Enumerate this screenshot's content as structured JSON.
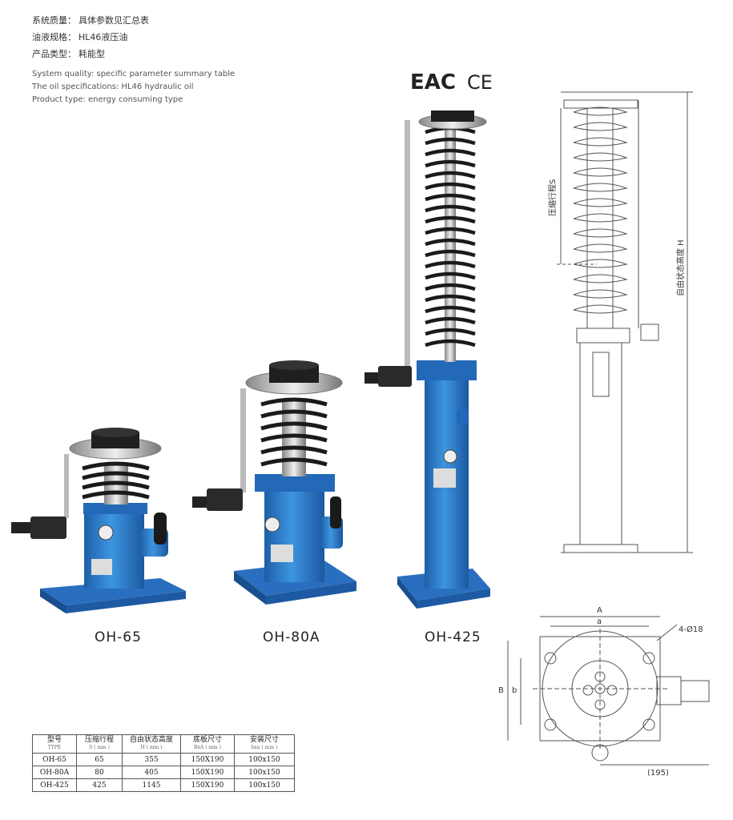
{
  "specs_cn": [
    {
      "key": "系统质量：",
      "value": "具体参数见汇总表"
    },
    {
      "key": "油液规格：",
      "value": "HL46液压油"
    },
    {
      "key": "产品类型：",
      "value": "耗能型"
    }
  ],
  "specs_en": [
    "System quality: specific parameter summary table",
    "The oil specifications: HL46 hydraulic oil",
    "Product type: energy consuming type"
  ],
  "certs": {
    "eac": "EAC",
    "ce": "CE"
  },
  "products": [
    {
      "name": "OH-65"
    },
    {
      "name": "OH-80A"
    },
    {
      "name": "OH-425"
    }
  ],
  "side_drawing": {
    "stroke_label": "压缩行程S",
    "height_label": "自由状态高度 H"
  },
  "top_drawing": {
    "A": "A",
    "a": "a",
    "B": "B",
    "b": "b",
    "holes": "4-Ø18",
    "offset": "(195)"
  },
  "table": {
    "headers": [
      {
        "cn": "型号",
        "en": "TYPE"
      },
      {
        "cn": "压缩行程",
        "en": "S ( mm )"
      },
      {
        "cn": "自由状态高度",
        "en": "H ( mm )"
      },
      {
        "cn": "底板尺寸",
        "en": "BxA ( mm )"
      },
      {
        "cn": "安装尺寸",
        "en": "bxa ( mm )"
      }
    ],
    "rows": [
      [
        "OH-65",
        "65",
        "355",
        "150X190",
        "100x150"
      ],
      [
        "OH-80A",
        "80",
        "405",
        "150X190",
        "100x150"
      ],
      [
        "OH-425",
        "425",
        "1145",
        "150X190",
        "100x150"
      ]
    ]
  },
  "colors": {
    "body_blue": "#2e7fcc",
    "spring": "#1a1a1a",
    "line": "#555555"
  }
}
